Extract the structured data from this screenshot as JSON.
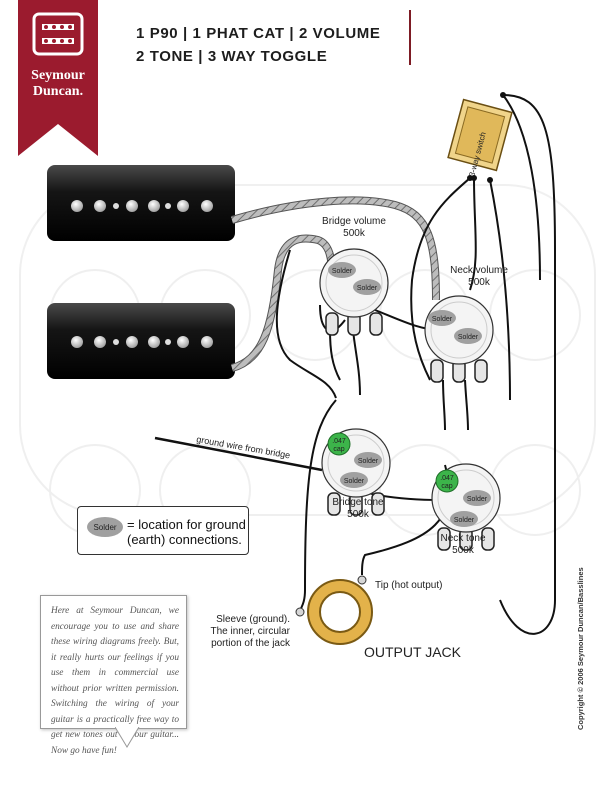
{
  "title": {
    "line1": "1 P90 | 1 PHAT CAT | 2 VOLUME",
    "line2": "2 TONE | 3 WAY TOGGLE"
  },
  "brand": {
    "name_line1": "Seymour",
    "name_line2": "Duncan.",
    "color": "#9b1b2e"
  },
  "labels": {
    "bridge_volume": "Bridge volume",
    "bridge_volume_value": "500k",
    "neck_volume": "Neck volume",
    "neck_volume_value": "500k",
    "bridge_tone": "Bridge tone",
    "bridge_tone_value": "500k",
    "neck_tone": "Neck tone",
    "neck_tone_value": "500k",
    "switch": "3-way switch",
    "ground_wire": "ground wire from bridge",
    "tip": "Tip (hot output)",
    "sleeve_line1": "Sleeve (ground).",
    "sleeve_line2": "The inner, circular",
    "sleeve_line3": "portion of the jack",
    "output_jack": "OUTPUT JACK",
    "solder": "Solder",
    "cap_value": ".047",
    "cap_unit": "cap"
  },
  "legend": {
    "solder": "Solder",
    "text": "= location for ground (earth) connections."
  },
  "note": {
    "text": "Here at Seymour Duncan, we encourage you to use and share these wiring diagrams freely. But, it really hurts our feelings if you use them in commercial use without prior written permission. Switching the wiring of your guitar is a practically free way to get new tones out of your guitar... Now go have fun!"
  },
  "copyright": "Copyright © 2006 Seymour Duncan/Basslines",
  "colors": {
    "accent": "#9b1b2e",
    "pot_face": "#f4f4f4",
    "solder_blob": "#a0a0a0",
    "cap": "#3cb44a",
    "switch_body": "#e7c46a",
    "jack_ring": "#e3b24a"
  }
}
